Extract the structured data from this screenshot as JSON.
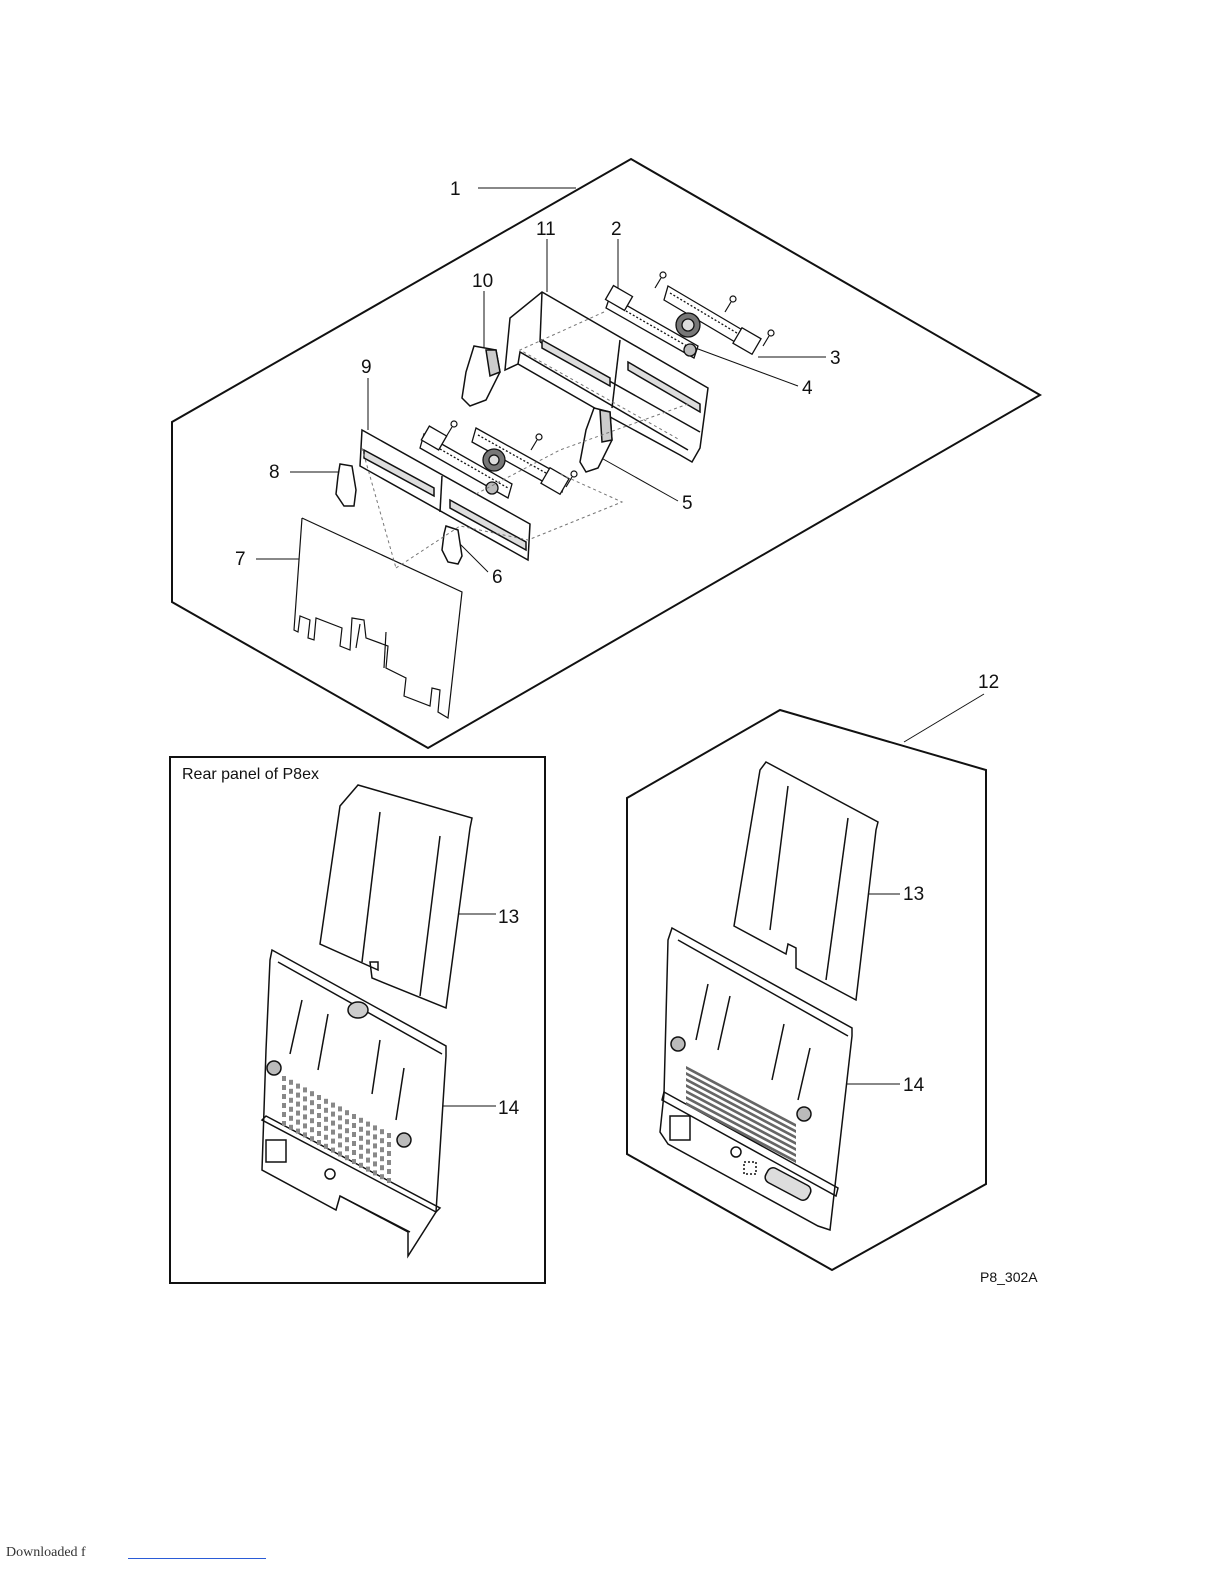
{
  "callouts": {
    "c1": "1",
    "c2": "2",
    "c3": "3",
    "c4": "4",
    "c5": "5",
    "c6": "6",
    "c7": "7",
    "c8": "8",
    "c9": "9",
    "c10": "10",
    "c11": "11",
    "c12": "12",
    "c13a": "13",
    "c14a": "14",
    "c13b": "13",
    "c14b": "14"
  },
  "inset_label": "Rear panel of P8ex",
  "figure_id": "P8_302A",
  "footer_text": "Downloaded f",
  "colors": {
    "line": "#111111",
    "hidden_line": "#777777",
    "link": "#2a5bd7"
  }
}
